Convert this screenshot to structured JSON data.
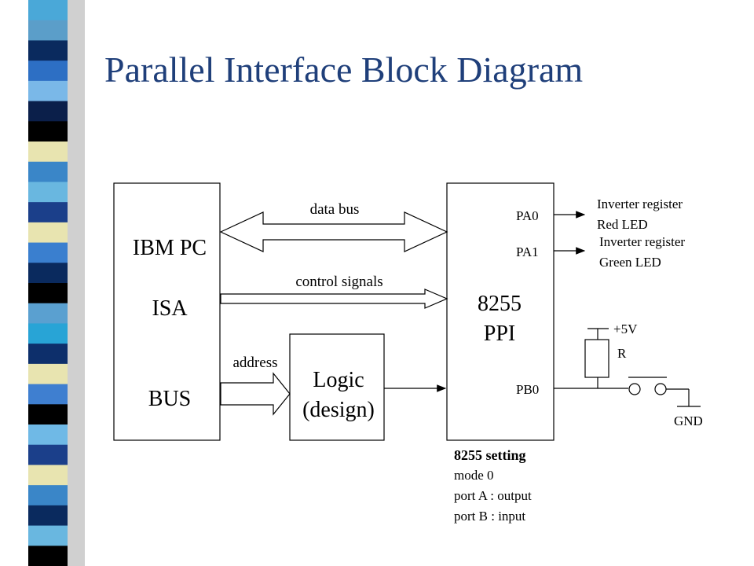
{
  "title": "Parallel Interface Block Diagram",
  "decoration": {
    "stripe_colors": [
      "#4aa8d8",
      "#5b9ec9",
      "#0a2a5e",
      "#2d6fc4",
      "#7ab8e8",
      "#0b1f4a",
      "#000000",
      "#e8e4b0",
      "#3a86c8",
      "#69b7e0",
      "#1b3f8a",
      "#e8e4b0",
      "#3a7fcf",
      "#0a2a5e",
      "#000000",
      "#5aa0d0",
      "#28a4d6",
      "#0d2f6b",
      "#e8e4b0",
      "#3f7fd0",
      "#000000",
      "#6fb9e6",
      "#1b3f8a",
      "#e8e4b0",
      "#3a86c8",
      "#0a2a5e",
      "#69b7e0",
      "#000000"
    ],
    "shadow_color": "#d0d0d0"
  },
  "blocks": {
    "pc": [
      "IBM PC",
      "ISA",
      "BUS"
    ],
    "logic": [
      "Logic",
      "(design)"
    ],
    "ppi": [
      "8255",
      "PPI"
    ]
  },
  "labels": {
    "data_bus": "data bus",
    "control_signals": "control signals",
    "address": "address"
  },
  "ports": {
    "pa0": "PA0",
    "pa1": "PA1",
    "pb0": "PB0"
  },
  "outputs": {
    "pa0": [
      "Inverter register",
      "Red LED"
    ],
    "pa1": [
      "Inverter register",
      "Green  LED"
    ]
  },
  "circuit": {
    "vcc": "+5V",
    "resistor": "R",
    "ground": "GND"
  },
  "settings": {
    "heading": "8255 setting",
    "lines": [
      "mode 0",
      "port A : output",
      "port B : input"
    ]
  }
}
